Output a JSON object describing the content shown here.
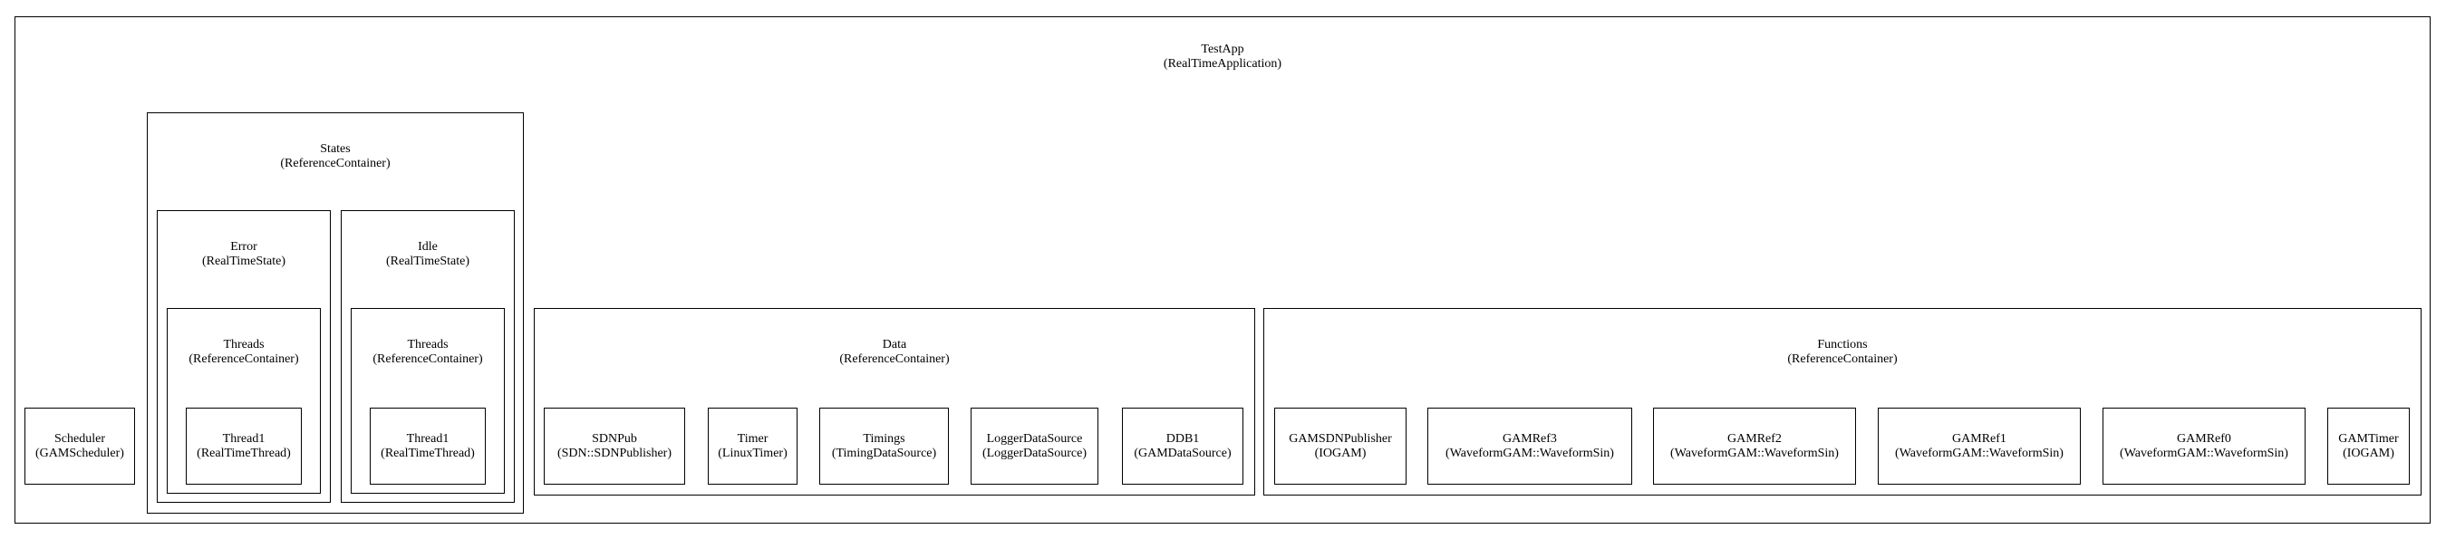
{
  "app": {
    "name": "TestApp",
    "class": "(RealTimeApplication)"
  },
  "scheduler": {
    "name": "Scheduler",
    "class": "(GAMScheduler)"
  },
  "states": {
    "name": "States",
    "class": "(ReferenceContainer)",
    "error": {
      "name": "Error",
      "class": "(RealTimeState)",
      "threads": {
        "name": "Threads",
        "class": "(ReferenceContainer)"
      },
      "thread1": {
        "name": "Thread1",
        "class": "(RealTimeThread)"
      }
    },
    "idle": {
      "name": "Idle",
      "class": "(RealTimeState)",
      "threads": {
        "name": "Threads",
        "class": "(ReferenceContainer)"
      },
      "thread1": {
        "name": "Thread1",
        "class": "(RealTimeThread)"
      }
    }
  },
  "data": {
    "name": "Data",
    "class": "(ReferenceContainer)",
    "items": [
      {
        "name": "SDNPub",
        "class": "(SDN::SDNPublisher)"
      },
      {
        "name": "Timer",
        "class": "(LinuxTimer)"
      },
      {
        "name": "Timings",
        "class": "(TimingDataSource)"
      },
      {
        "name": "LoggerDataSource",
        "class": "(LoggerDataSource)"
      },
      {
        "name": "DDB1",
        "class": "(GAMDataSource)"
      }
    ]
  },
  "functions": {
    "name": "Functions",
    "class": "(ReferenceContainer)",
    "items": [
      {
        "name": "GAMSDNPublisher",
        "class": "(IOGAM)"
      },
      {
        "name": "GAMRef3",
        "class": "(WaveformGAM::WaveformSin)"
      },
      {
        "name": "GAMRef2",
        "class": "(WaveformGAM::WaveformSin)"
      },
      {
        "name": "GAMRef1",
        "class": "(WaveformGAM::WaveformSin)"
      },
      {
        "name": "GAMRef0",
        "class": "(WaveformGAM::WaveformSin)"
      },
      {
        "name": "GAMTimer",
        "class": "(IOGAM)"
      }
    ]
  }
}
